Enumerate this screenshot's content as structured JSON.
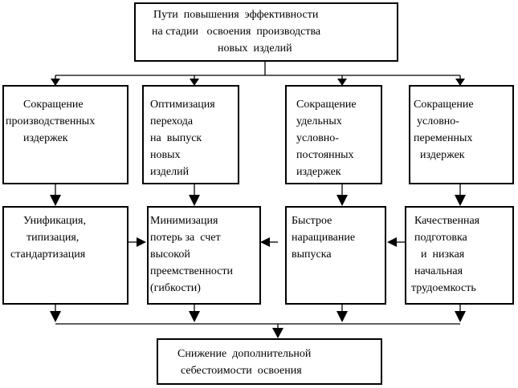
{
  "top": {
    "lines": [
      "Пути  повышения  эффективности",
      "на стадии   освоения  производства",
      "новых  изделий"
    ]
  },
  "factors": [
    {
      "lines": [
        "Сокращение",
        "производственных",
        "издержек"
      ]
    },
    {
      "lines": [
        "Оптимизация",
        "перехода",
        "на  выпуск",
        "новых",
        "изделий"
      ]
    },
    {
      "lines": [
        "Сокращение",
        "удельных",
        "условно-",
        "постоянных",
        "издержек"
      ]
    },
    {
      "lines": [
        "Сокращение",
        "условно-",
        "переменных",
        "издержек"
      ]
    }
  ],
  "measures": [
    {
      "lines": [
        "Унификация,",
        "типизация,",
        "стандартизация"
      ]
    },
    {
      "lines": [
        "Минимизация",
        "потерь за  счет",
        "высокой",
        "преемственности",
        "(гибкости)"
      ]
    },
    {
      "lines": [
        "Быстрое",
        "наращивание",
        "выпуска"
      ]
    },
    {
      "lines": [
        "Качественная",
        "подготовка",
        "и  низкая",
        "начальная",
        "трудоемкость"
      ]
    }
  ],
  "result": {
    "lines": [
      "Снижение  дополнительной",
      "себестоимости  освоения"
    ]
  }
}
